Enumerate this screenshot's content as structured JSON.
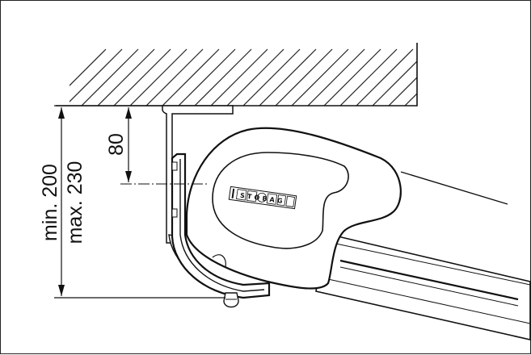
{
  "dimensions": {
    "total_min": "min. 200",
    "total_max": "max. 230",
    "offset": "80"
  },
  "brand": {
    "logo_text": "STOBAG"
  },
  "colors": {
    "line": "#111111",
    "fill": "#ffffff"
  }
}
